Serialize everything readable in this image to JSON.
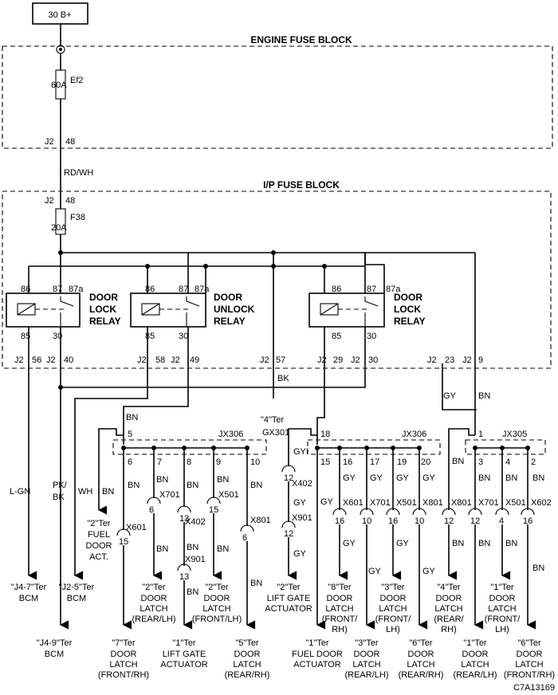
{
  "source": {
    "label": "30 B+"
  },
  "engine_fuse_block": {
    "title": "ENGINE FUSE BLOCK",
    "fuse_name": "Ef2",
    "fuse_rating": "60A",
    "conn": "J2",
    "pin": "48"
  },
  "wire_rd_wh": "RD/WH",
  "ip_fuse_block": {
    "title": "I/P FUSE BLOCK",
    "conn": "J2",
    "pin_in": "48",
    "fuse_name": "F38",
    "fuse_rating": "20A"
  },
  "relays": [
    {
      "name_line1": "DOOR",
      "name_line2": "LOCK",
      "name_line3": "RELAY",
      "p86": "86",
      "p87": "87",
      "p87a": "87a",
      "p85": "85",
      "p30": "30"
    },
    {
      "name_line1": "DOOR",
      "name_line2": "UNLOCK",
      "name_line3": "RELAY",
      "p86": "86",
      "p87": "87",
      "p87a": "87a",
      "p85": "85",
      "p30": "30"
    },
    {
      "name_line1": "DOOR",
      "name_line2": "LOCK",
      "name_line3": "RELAY",
      "p86": "86",
      "p87": "87",
      "p87a": "87a",
      "p85": "85",
      "p30": "30"
    }
  ],
  "j2_pins": {
    "conn": "J2",
    "p56": "56",
    "p40": "40",
    "p58": "58",
    "p49": "49",
    "p57": "57",
    "p29": "29",
    "p30": "30",
    "p23": "23",
    "p9": "9"
  },
  "wires": {
    "bk": "BK",
    "gy": "GY",
    "bn": "BN",
    "lgn": "L-GN",
    "pkbk_1": "PK/",
    "pkbk_2": "BK",
    "wh": "WH",
    "gyi": "GYI"
  },
  "ground": {
    "line1": "\"4\"Ter",
    "line2": "GX301"
  },
  "jx306_a": {
    "name": "JX306",
    "pin_in": "5",
    "pins": [
      "6",
      "7",
      "8",
      "9",
      "10"
    ]
  },
  "jx306_b": {
    "name": "JX306",
    "pin_in": "18",
    "pins": [
      "15",
      "16",
      "17",
      "19",
      "20"
    ]
  },
  "jx305": {
    "name": "JX305",
    "pin_in": "1",
    "pins": [
      "3",
      "4",
      "2"
    ]
  },
  "connectors": {
    "x601": "X601",
    "x701": "X701",
    "x402": "X402",
    "x501": "X501",
    "x801": "X801",
    "x901": "X901",
    "x602": "X602",
    "n15": "15",
    "n6": "6",
    "n13": "13",
    "n12": "12",
    "n16": "16",
    "n10": "10",
    "n4": "4"
  },
  "destinations": [
    {
      "l1": "\"J4-7\"Ter",
      "l2": "BCM"
    },
    {
      "l1": "\"J2-5\"Ter",
      "l2": "BCM"
    },
    {
      "l1": "\"J4-9\"Ter",
      "l2": "BCM"
    },
    {
      "l1": "\"2\"Ter",
      "l2": "FUEL",
      "l3": "DOOR",
      "l4": "ACT."
    },
    {
      "l1": "\"7\"Ter",
      "l2": "DOOR",
      "l3": "LATCH",
      "l4": "(FRONT/RH)"
    },
    {
      "l1": "\"2\"Ter",
      "l2": "DOOR",
      "l3": "LATCH",
      "l4": "(REAR/LH)"
    },
    {
      "l1": "\"1\"Ter",
      "l2": "LIFT GATE",
      "l3": "ACTUATOR"
    },
    {
      "l1": "\"2\"Ter",
      "l2": "DOOR",
      "l3": "LATCH",
      "l4": "(FRONT/LH)"
    },
    {
      "l1": "\"5\"Ter",
      "l2": "DOOR",
      "l3": "LATCH",
      "l4": "(REAR/RH)"
    },
    {
      "l1": "\"2\"Ter",
      "l2": "LIFT GATE",
      "l3": "ACTUATOR"
    },
    {
      "l1": "\"1\"Ter",
      "l2": "FUEL DOOR",
      "l3": "ACTUATOR"
    },
    {
      "l1": "\"8\"Ter",
      "l2": "DOOR",
      "l3": "LATCH",
      "l4": "(FRONT/",
      "l5": "RH)"
    },
    {
      "l1": "\"3\"Ter",
      "l2": "DOOR",
      "l3": "LATCH",
      "l4": "(REAR/LH)"
    },
    {
      "l1": "\"3\"Ter",
      "l2": "DOOR",
      "l3": "LATCH",
      "l4": "(FRONT/",
      "l5": "LH)"
    },
    {
      "l1": "\"6\"Ter",
      "l2": "DOOR",
      "l3": "LATCH",
      "l4": "(REAR/RH)"
    },
    {
      "l1": "\"4\"Ter",
      "l2": "DOOR",
      "l3": "LATCH",
      "l4": "(REAR/",
      "l5": "RH)"
    },
    {
      "l1": "\"1\"Ter",
      "l2": "DOOR",
      "l3": "LATCH",
      "l4": "(REAR/LH)"
    },
    {
      "l1": "\"1\"Ter",
      "l2": "DOOR",
      "l3": "LATCH",
      "l4": "(FRONT/",
      "l5": "LH)"
    },
    {
      "l1": "\"6\"Ter",
      "l2": "DOOR",
      "l3": "LATCH",
      "l4": "(FRONT/RH)"
    }
  ],
  "figure_code": "C7A13169"
}
